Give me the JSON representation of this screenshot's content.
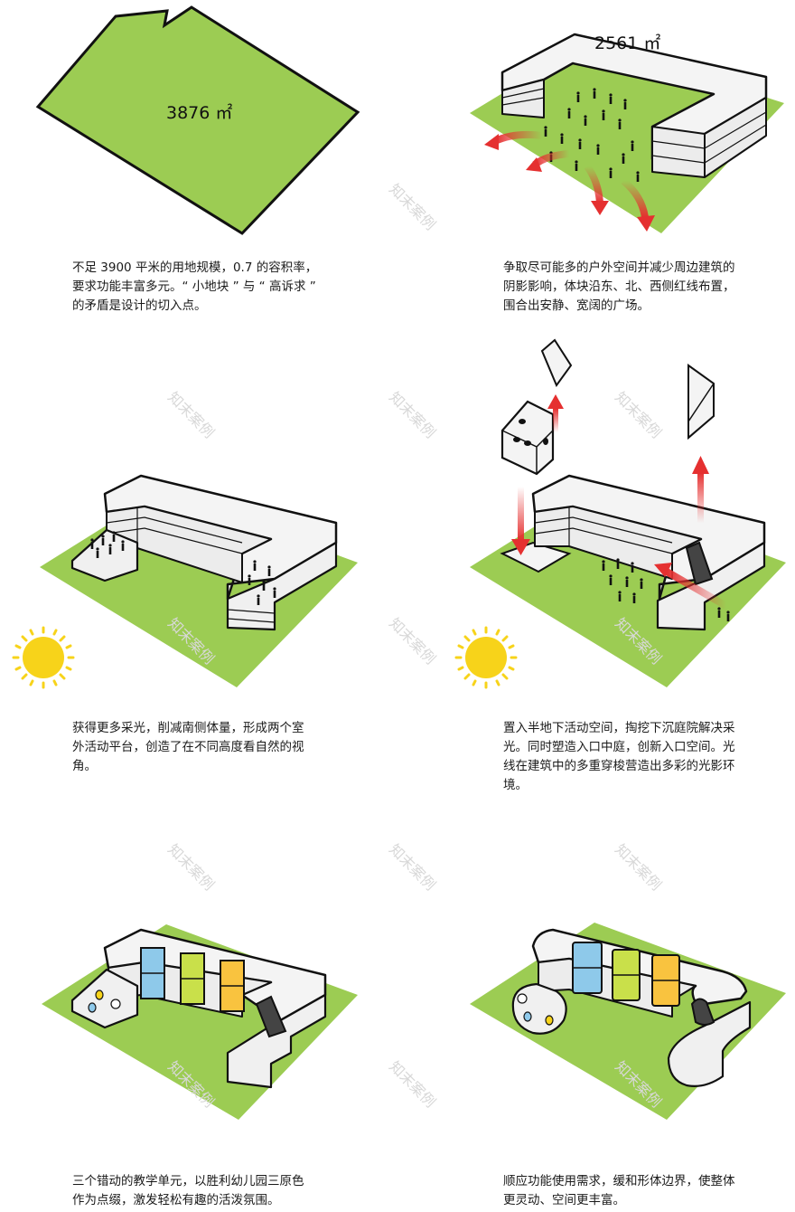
{
  "panels": [
    {
      "area_label": "3876 ㎡",
      "caption": [
        "不足 3900 平米的用地规模，0.7 的容积率，",
        "要求功能丰富多元。“ 小地块 ” 与 “ 高诉求 ”",
        "的矛盾是设计的切入点。"
      ]
    },
    {
      "area_label": "2561 ㎡",
      "caption": [
        "争取尽可能多的户外空间并减少周边建筑的",
        "阴影影响，体块沿东、北、西侧红线布置，",
        "围合出安静、宽阔的广场。"
      ]
    },
    {
      "caption": [
        "获得更多采光，削减南侧体量，形成两个室",
        "外活动平台，创造了在不同高度看自然的视",
        "角。"
      ]
    },
    {
      "caption": [
        "置入半地下活动空间，掏挖下沉庭院解决采",
        "光。同时塑造入口中庭，创新入口空间。光",
        "线在建筑中的多重穿梭营造出多彩的光影环",
        "境。"
      ]
    },
    {
      "caption": [
        "三个错动的教学单元，以胜利幼儿园三原色",
        "作为点缀，激发轻松有趣的活泼氛围。"
      ]
    },
    {
      "caption": [
        "顺应功能使用需求，缓和形体边界，使整体",
        "更灵动、空间更丰富。"
      ]
    }
  ],
  "watermark": "知末案例",
  "colors": {
    "grass": "#9ccc53",
    "outline": "#111111",
    "building": "#f4f4f4",
    "arrow": "#e53030",
    "sun": "#f7d31a",
    "unit_blue": "#8ec9ea",
    "unit_green": "#c9e04a",
    "unit_orange": "#f9c33f"
  }
}
